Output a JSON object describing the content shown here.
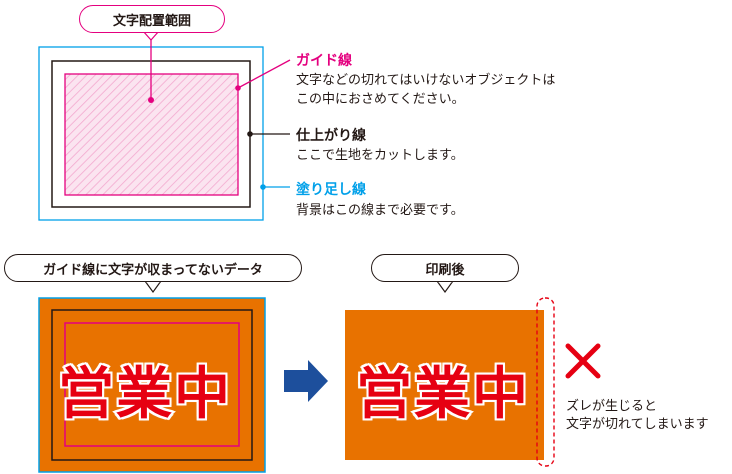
{
  "top_diagram": {
    "range_label": "文字配置範囲",
    "guide_title": "ガイド線",
    "guide_desc_1": "文字などの切れてはいけないオブジェクトは",
    "guide_desc_2": "この中におさめてください。",
    "trim_title": "仕上がり線",
    "trim_desc": "ここで生地をカットします。",
    "bleed_title": "塗り足し線",
    "bleed_desc": "背景はこの線まで必要です。"
  },
  "bottom_diagram": {
    "left_caption": "ガイド線に文字が収まってないデータ",
    "right_caption": "印刷後",
    "sign_text": "営業中",
    "error_line_1": "ズレが生じると",
    "error_line_2": "文字が切れてしまいます"
  },
  "colors": {
    "guide": "#e4007f",
    "bleed": "#00a0e9",
    "trim": "#231815",
    "orange": "#e87200",
    "arrow": "#1d4f9c",
    "error": "#e60012"
  }
}
